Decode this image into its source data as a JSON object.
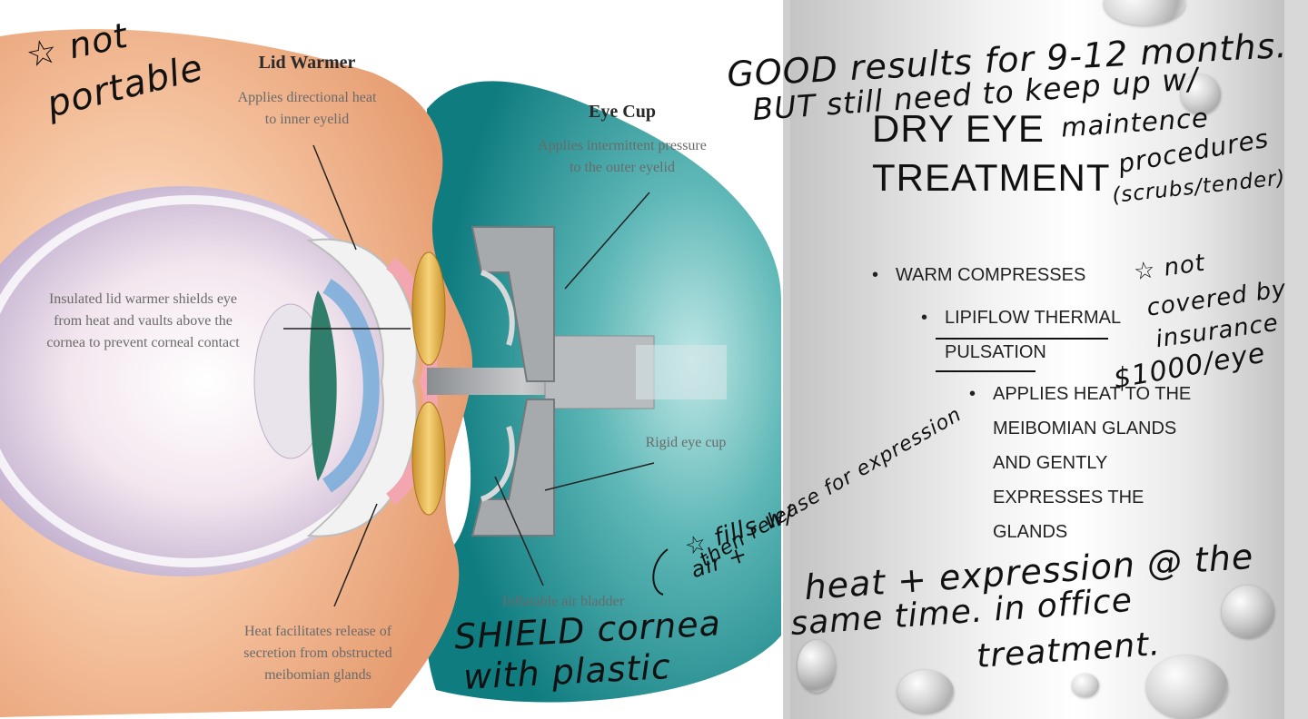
{
  "diagram": {
    "lid_warmer": {
      "title": "Lid Warmer",
      "desc1": "Applies directional heat",
      "desc2": "to inner eyelid"
    },
    "eye_cup": {
      "title": "Eye Cup",
      "desc1": "Applies intermittent pressure",
      "desc2": "to the outer eyelid"
    },
    "insulated": {
      "line1": "Insulated lid warmer shields eye",
      "line2": "from heat and vaults above the",
      "line3": "cornea to prevent corneal contact"
    },
    "rigid_cup": "Rigid eye cup",
    "bladder": "Inflatable air bladder",
    "heat": {
      "line1": "Heat facilitates release of",
      "line2": "secretion from obstructed",
      "line3": "meibomian glands"
    }
  },
  "slide": {
    "title_line1": "DRY EYE",
    "title_line2": "TREATMENT",
    "bullets": [
      {
        "text": "WARM COMPRESSES"
      },
      {
        "text1": "LIPIFLOW THERMAL",
        "text2": "PULSATION"
      },
      {
        "lines": [
          "APPLIES HEAT TO THE",
          "MEIBOMIAN GLANDS",
          "AND GENTLY",
          "EXPRESSES THE",
          "GLANDS"
        ]
      }
    ],
    "bullet_symbol": "•"
  },
  "handwriting": {
    "not_portable_1": "☆ not",
    "not_portable_2": "portable",
    "good_results_1": "GOOD results for 9-12 months.",
    "good_results_2": "BUT still need to keep up w/",
    "maintenance": "maintence",
    "procedures": "procedures",
    "scrubs": "(scrubs/tender)",
    "not_covered_1": "☆ not",
    "not_covered_2": "covered by",
    "not_covered_3": "insurance",
    "price": "$1000/eye",
    "fills_1": "☆ fills w/",
    "fills_2": "air +",
    "fills_3": "then release for expression",
    "shield_1": "SHIELD cornea",
    "shield_2": "with plastic",
    "heat_1": "heat + expression @ the",
    "heat_2": "same time. in office",
    "heat_3": "treatment."
  },
  "colors": {
    "teal": "#1f8d8f",
    "skin": "#f0b48e",
    "eye": "#c9b7d8"
  }
}
